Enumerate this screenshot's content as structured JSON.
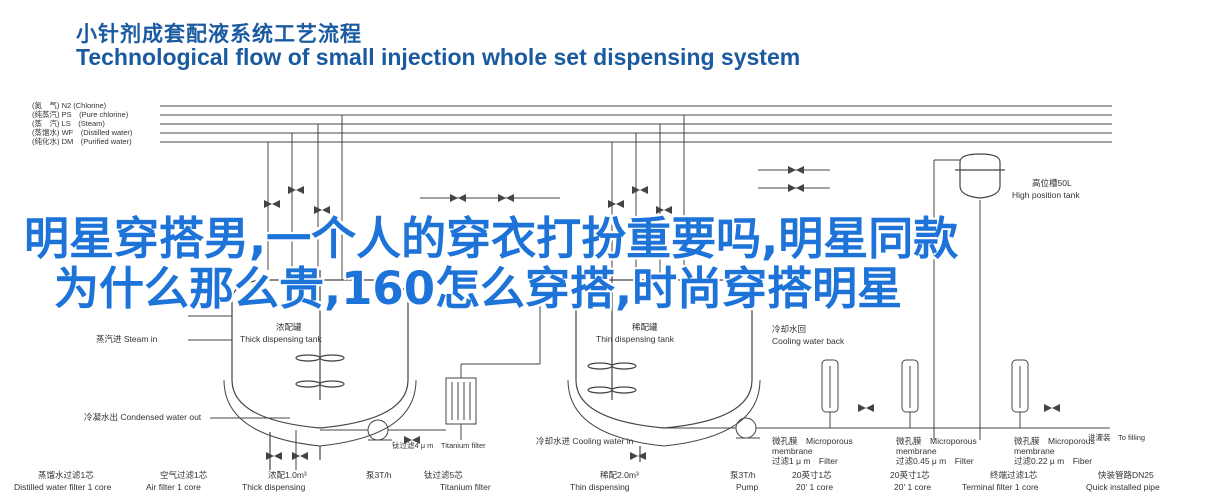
{
  "title_cn": "小针剂成套配液系统工艺流程",
  "title_en": "Technological flow of small injection whole set dispensing system",
  "overlay": {
    "line1": "明星穿搭男,一个人的穿衣打扮重要吗,明星同款",
    "line2": "为什么那么贵,160怎么穿搭,时尚穿搭明星"
  },
  "legend": [
    "(氮　气) N2 (Chlorine)",
    "(纯蒸汽) PS　(Pure chlorine)",
    "(蒸　汽) LS　(Steam)",
    "(蒸馏水) WF　(Distilled water)",
    "(纯化水) DM　(Purified water)"
  ],
  "labels": {
    "steam_in": "蒸汽进 Steam in",
    "thick_tank_cn": "浓配罐",
    "thick_tank_en": "Thick dispensing tank",
    "thin_tank_cn": "稀配罐",
    "thin_tank_en": "Thin dispensing tank",
    "cooling_back_cn": "冷却水回",
    "cooling_back_en": "Cooling water back",
    "high_tank_cn": "高位槽50L",
    "high_tank_en": "High position tank",
    "condensed_out": "冷凝水出 Condensed water out",
    "ti_filter_top": "钛过滤4 μ m",
    "ti_filter_top_en": "钛过滤4 μ m　Titanium filter",
    "ti_filter_bottom_cn": "钛过滤5芯",
    "ti_filter_bottom_en": "Titanium filter",
    "cooling_in": "冷却水进 Cooling water in",
    "to_filling": "进灌装　To filling",
    "membrane1_a": "微孔膜　Microporous",
    "membrane1_b": "membrane",
    "membrane1_c": "过滤1 μ m　Filter",
    "membrane2_a": "微孔膜　Microporous",
    "membrane2_b": "membrane",
    "membrane2_c": "过滤0.45 μ m　Filter",
    "membrane3_a": "微孔膜　Microporous",
    "membrane3_b": "membrane",
    "membrane3_c": "过滤0.22 μ m　Fiber"
  },
  "bottom_labels": [
    {
      "cn": "蒸馏水过滤1芯",
      "en": "Distilled water filter 1 core"
    },
    {
      "cn": "空气过滤1芯",
      "en": "Air filter 1 core"
    },
    {
      "cn": "浓配1.0m³",
      "en": "Thick dispensing"
    },
    {
      "cn": "泵3T/h",
      "en": ""
    },
    {
      "cn": "稀配2.0m³",
      "en": "Thin dispensing"
    },
    {
      "cn": "泵3T/h",
      "en": "Pump"
    },
    {
      "cn": "20英寸1芯",
      "en": "20' 1 core"
    },
    {
      "cn": "20英寸1芯",
      "en": "20' 1 core"
    },
    {
      "cn": "终端过滤1芯",
      "en": "Terminal filter 1 core"
    },
    {
      "cn": "快装管路DN25",
      "en": "Quick installed pipe"
    }
  ]
}
